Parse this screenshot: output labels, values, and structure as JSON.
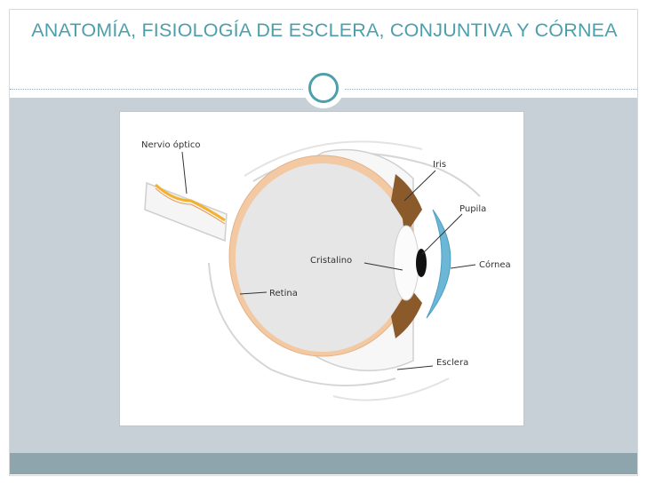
{
  "slide": {
    "title": "ANATOMÍA, FISIOLOGÍA DE ESCLERA, CONJUNTIVA Y CÓRNEA"
  },
  "diagram": {
    "labels": {
      "optic_nerve": "Nervio óptico",
      "iris": "Iris",
      "pupil": "Pupila",
      "lens": "Cristalino",
      "cornea": "Córnea",
      "retina": "Retina",
      "sclera": "Esclera"
    }
  },
  "colors": {
    "title": "#4e9fac",
    "content_background": "#c7d0d6",
    "footer": "#8fa5ae",
    "retina_layer": "#f2c9a3",
    "iris": "#8b5a2b",
    "cornea": "#6cb6d6",
    "nerve_core": "#f2b12e"
  }
}
